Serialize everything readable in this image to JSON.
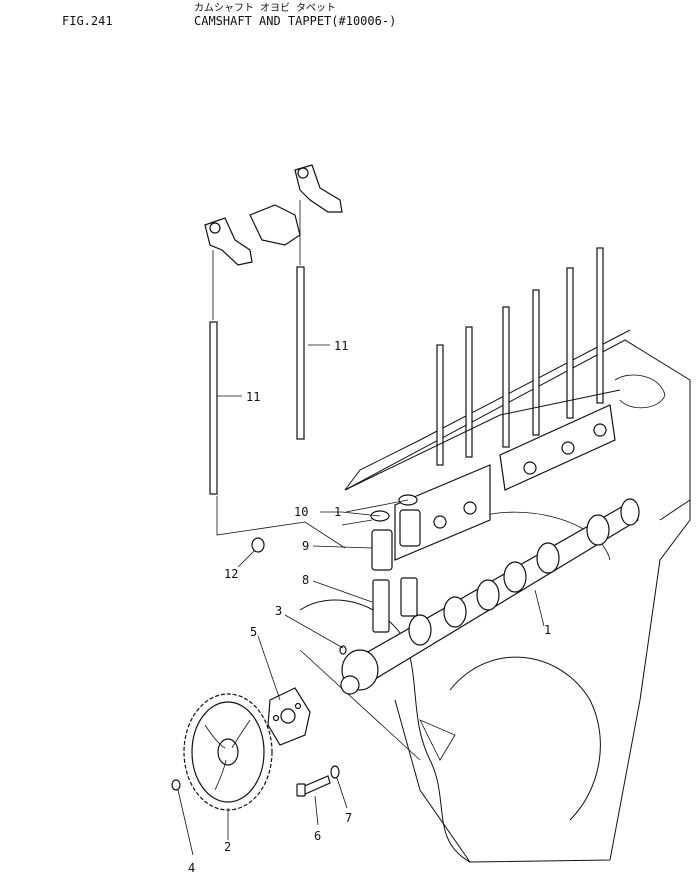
{
  "header": {
    "figure_number": "FIG.241",
    "title_kana": "カムシャフト オヨビ タペット",
    "title": "CAMSHAFT AND TAPPET(#10006-)"
  },
  "callouts": [
    "1",
    "2",
    "3",
    "4",
    "5",
    "6",
    "7",
    "8",
    "9",
    "10",
    "1",
    "11",
    "11",
    "12"
  ]
}
